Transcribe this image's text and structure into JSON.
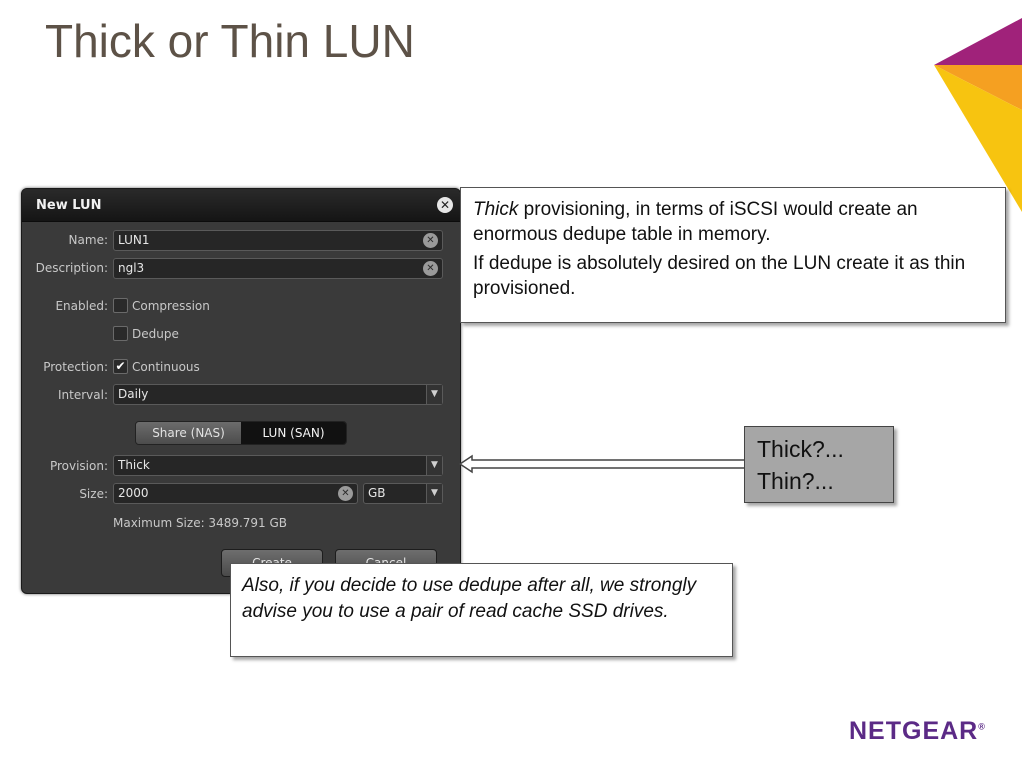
{
  "slide": {
    "title": "Thick or Thin LUN"
  },
  "dialog": {
    "title": "New LUN",
    "close_glyph": "✕",
    "name_label": "Name:",
    "name_value": "LUN1",
    "description_label": "Description:",
    "description_value": "ngl3",
    "enabled_label": "Enabled:",
    "compression_label": "Compression",
    "compression_checked": false,
    "dedupe_label": "Dedupe",
    "dedupe_checked": false,
    "protection_label": "Protection:",
    "continuous_label": "Continuous",
    "continuous_checked": true,
    "interval_label": "Interval:",
    "interval_value": "Daily",
    "share_tab": "Share (NAS)",
    "lun_tab": "LUN (SAN)",
    "provision_label": "Provision:",
    "provision_value": "Thick",
    "size_label": "Size:",
    "size_value": "2000",
    "unit_value": "GB",
    "max_size": "Maximum Size: 3489.791 GB",
    "create_button": "Create",
    "cancel_button": "Cancel"
  },
  "callouts": {
    "top_em": "Thick",
    "top_rest": " provisioning, in terms of iSCSI would create an enormous dedupe table in memory.",
    "top_second": "If dedupe is absolutely desired on the LUN create it as thin provisioned.",
    "bottom": "Also, if you decide to use dedupe after all, we strongly advise you to use a pair of read cache SSD drives.",
    "question_line1": "Thick?...",
    "question_line2": "Thin?..."
  },
  "brand": {
    "logo": "NETGEAR",
    "reg": "®",
    "color": "#5b2a86"
  },
  "icons": {
    "clear": "clear-field-icon",
    "dropdown": "chevron-down-icon",
    "checkmark": "check-icon"
  }
}
